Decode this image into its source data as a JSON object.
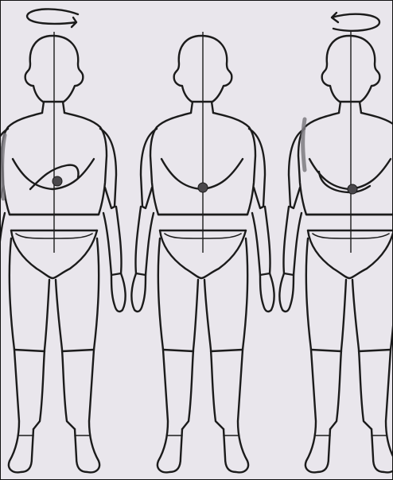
{
  "figure": {
    "panels": [
      {
        "name": "rotated-left-view",
        "rotation_arrow": "clockwise-right"
      },
      {
        "name": "front-neutral-view",
        "rotation_arrow": "none"
      },
      {
        "name": "rotated-right-view",
        "rotation_arrow": "counterclockwise-left"
      }
    ],
    "colors": {
      "background": "#e9e6ec",
      "ink": "#1b1b1b",
      "shading": "#7d7a80",
      "marker": "#4a484c"
    },
    "icons": [
      "rotation-arrow-right-icon",
      "rotation-arrow-left-icon",
      "navel-marker-icon"
    ]
  }
}
